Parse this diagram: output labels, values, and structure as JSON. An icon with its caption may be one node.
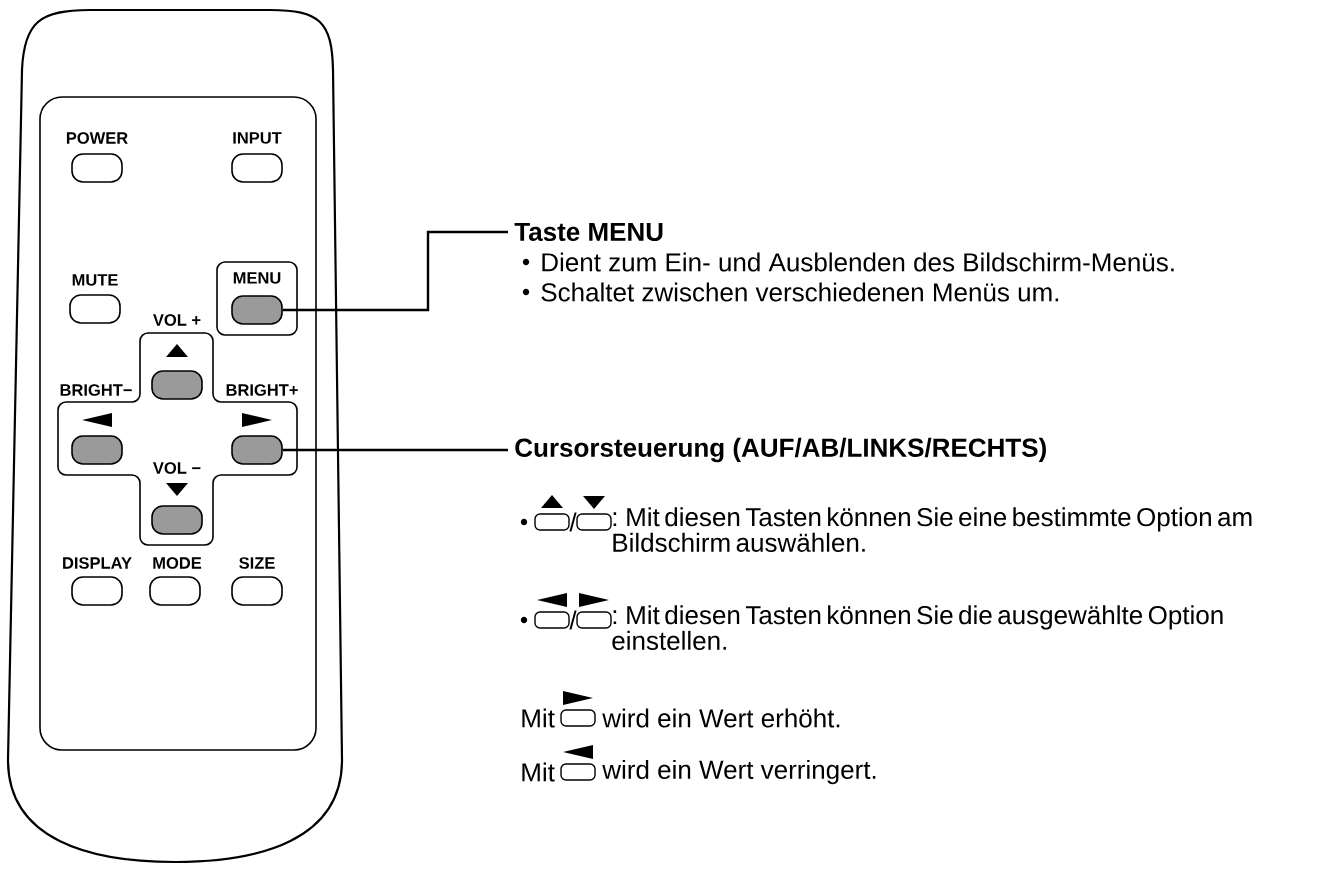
{
  "diagram": {
    "nodes": [
      {
        "text": [
          "Taste MENU",
          "Dient zum Ein- und Ausblenden des Bildschirm-Menüs.",
          "Schaltet zwischen verschiedenen Menüs um."
        ]
      },
      {
        "text": [],
        "shape": "box",
        "beside": [
          "MENU"
        ]
      },
      {
        "text": [
          "Cursorsteuerung (AUF/AB/LINKS/RECHTS)",
          "/",
          ": Mit diesen Tasten können Sie eine bestimmte Option am Bildschirm auswählen.",
          "/",
          ": Mit diesen Tasten können Sie die ausgewählte Option einstellen.",
          "Mit",
          "wird ein Wert erhöht.",
          "Mit",
          "wird ein Wert verringert."
        ]
      },
      {
        "text": [],
        "shape": "box"
      }
    ],
    "edges": [
      {
        "from": 0,
        "to": 1,
        "arrow": "none"
      },
      {
        "from": 2,
        "to": 3,
        "arrow": "none"
      }
    ],
    "labels": [
      "POWER",
      "INPUT",
      "MUTE",
      "VOL +",
      "BRIGHT−",
      "BRIGHT+",
      "VOL −",
      "DISPLAY",
      "MODE",
      "SIZE"
    ]
  }
}
